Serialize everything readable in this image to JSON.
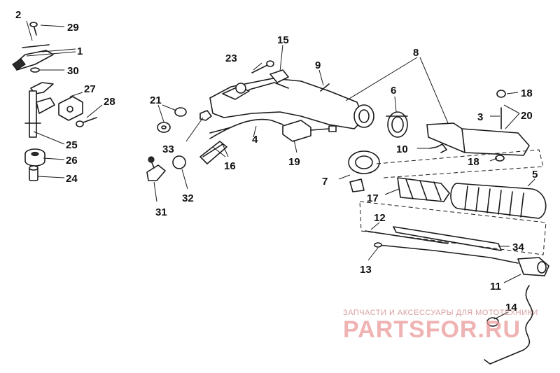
{
  "callouts": {
    "p1": "1",
    "p2": "2",
    "p3": "3",
    "p4": "4",
    "p5": "5",
    "p6": "6",
    "p7": "7",
    "p8": "8",
    "p9": "9",
    "p10": "10",
    "p11": "11",
    "p12": "12",
    "p13": "13",
    "p14": "14",
    "p15": "15",
    "p16": "16",
    "p17": "17",
    "p18a": "18",
    "p18b": "18",
    "p19": "19",
    "p20": "20",
    "p21": "21",
    "p23": "23",
    "p24": "24",
    "p25": "25",
    "p26": "26",
    "p27": "27",
    "p28": "28",
    "p29": "29",
    "p30": "30",
    "p31": "31",
    "p32": "32",
    "p33": "33",
    "p34": "34"
  },
  "watermark": {
    "tagline": "ЗАПЧАСТИ И АКСЕССУАРЫ ДЛЯ МОТОТЕХНИКИ",
    "brand": "PARTSFOR.RU"
  }
}
